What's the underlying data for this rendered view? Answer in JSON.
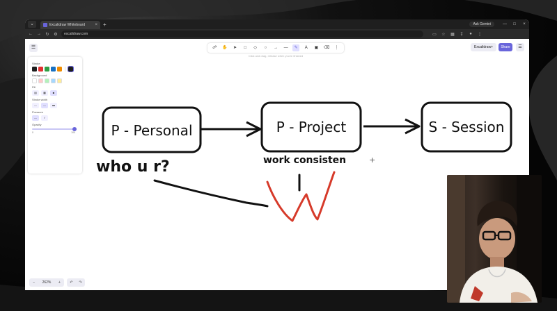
{
  "browser": {
    "tab_title": "Excalidraw Whiteboard",
    "ask_gemini": "Ask Gemini",
    "url": "excalidraw.com"
  },
  "toolbar": {
    "hint": "Click and drag, release when you're finished",
    "library_label": "Excalidraw+",
    "share_label": "Share"
  },
  "properties": {
    "stroke_label": "Stroke",
    "stroke_colors": [
      "#1e1e1e",
      "#e03131",
      "#2f9e44",
      "#1971c2",
      "#f08c00"
    ],
    "stroke_current": "#1e1e1e",
    "background_label": "Background",
    "background_colors": [
      "#ffffff",
      "#ffc9c9",
      "#b2f2bb",
      "#a5d8ff",
      "#ffec99"
    ],
    "fill_label": "Fill",
    "stroke_width_label": "Stroke width",
    "pressure_label": "Pressure",
    "opacity_label": "Opacity",
    "opacity_min": "0",
    "opacity_max": "100",
    "opacity_value": 100
  },
  "footer": {
    "zoom": "262%"
  },
  "drawing": {
    "boxes": [
      {
        "label": "P - Personal"
      },
      {
        "label": "P - Project"
      },
      {
        "label": "S - Session"
      }
    ],
    "annotations": {
      "who": "who u r?",
      "work": "work consisten",
      "cursor": "+"
    },
    "accent_red": "#d63a2a"
  }
}
